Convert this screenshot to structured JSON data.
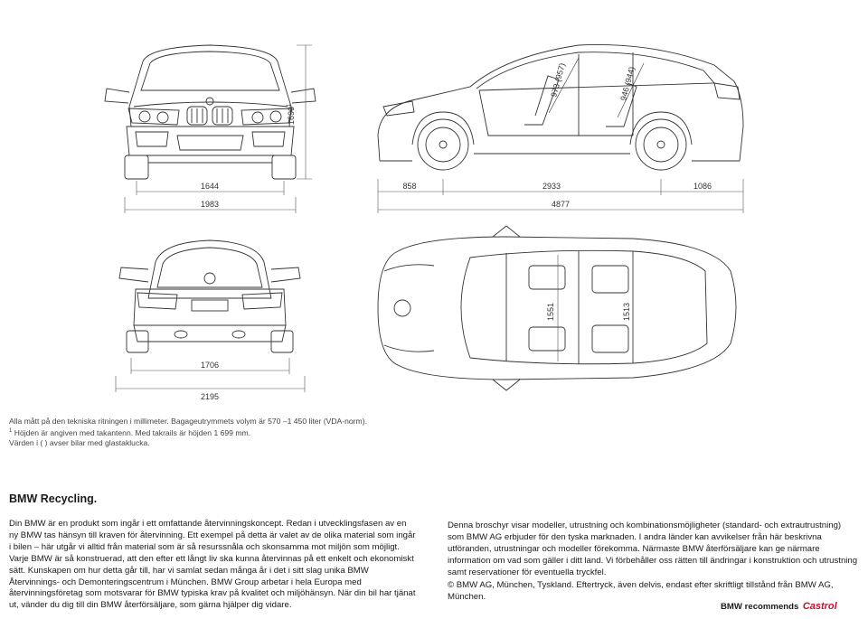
{
  "dimensions": {
    "front_view": {
      "height": "1690",
      "height_note": "1",
      "track_front": "1644",
      "width": "1983"
    },
    "side_view": {
      "front_overhang": "858",
      "wheelbase": "2933",
      "rear_overhang": "1086",
      "length": "4877",
      "front_headroom": "973 (957)",
      "rear_headroom": "946 (944)"
    },
    "rear_view": {
      "track_rear": "1706",
      "width_mirrors": "2195"
    },
    "top_view": {
      "front_track_top": "1551",
      "rear_track_top": "1513"
    }
  },
  "notes": {
    "line1": "Alla mått på den tekniska ritningen i millimeter. Bagageutrymmets volym är 570 –1 450 liter (VDA-norm).",
    "line2_sup": "1",
    "line2": "Höjden är angiven med takantenn. Med takrails är höjden 1 699 mm.",
    "line3": "Värden i ( ) avser bilar med glastaklucka."
  },
  "recycling": {
    "title": "BMW Recycling.",
    "body": "Din BMW är en produkt som ingår i ett omfattande återvinningskoncept. Redan i utvecklingsfasen av en ny BMW tas hänsyn till kraven för återvinning. Ett exempel på detta är valet av de olika material som ingår i bilen – här utgår vi alltid från material som är så resurssnåla och skonsamma mot miljön som möjligt. Varje BMW är så konstruerad, att den efter ett långt liv ska kunna återvinnas på ett enkelt och ekonomiskt sätt. Kunskapen om hur detta går till, har vi samlat sedan många år i det i sitt slag unika BMW Återvinnings- och Demonteringscentrum i München. BMW Group arbetar i hela Europa med återvinningsföretag som motsvarar för BMW typiska krav på kvalitet och miljöhänsyn. När din bil har tjänat ut, vänder du dig till din BMW återförsäljare, som gärna hjälper dig vidare."
  },
  "disclaimer": {
    "body": "Denna broschyr visar modeller, utrustning och kombinationsmöjligheter (standard- och extrautrustning) som BMW AG erbjuder för den tyska marknaden. I andra länder kan avvikelser från här beskrivna utföranden, utrustningar och modeller förekomma. Närmaste BMW återförsäljare kan ge närmare information om vad som gäller i ditt land. Vi förbehåller oss rätten till ändringar i konstruktion och utrustning samt reservationer för eventuella tryckfel.",
    "copyright": "© BMW AG, München, Tyskland. Eftertryck, även delvis, endast efter skriftligt tillstånd från BMW AG, München."
  },
  "footer": {
    "recommends": "BMW recommends",
    "partner_logo": "Castrol"
  }
}
